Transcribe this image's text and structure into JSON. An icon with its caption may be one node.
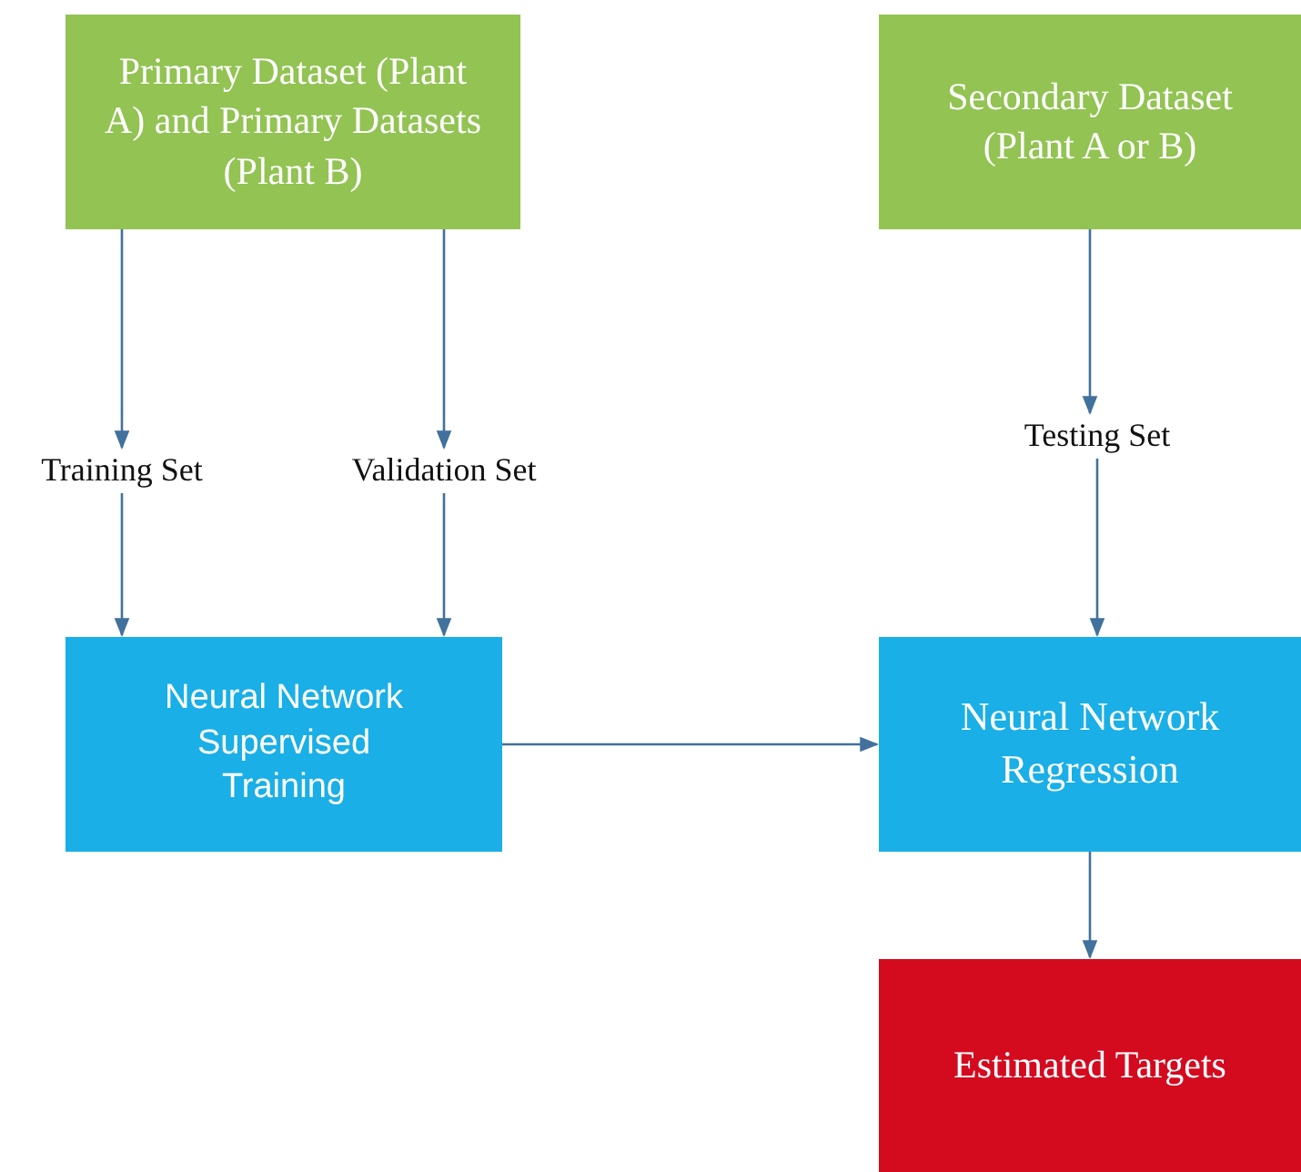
{
  "diagram": {
    "nodes": [
      {
        "text": [
          "Primary Dataset (Plant A) and Primary Datasets (Plant B)"
        ]
      },
      {
        "text": [
          "Secondary Dataset (Plant A or B)"
        ]
      },
      {
        "text": [
          "Training Set"
        ]
      },
      {
        "text": [
          "Validation Set"
        ]
      },
      {
        "text": [
          "Testing Set"
        ]
      },
      {
        "text": [
          "Neural Network Supervised Training"
        ]
      },
      {
        "text": [
          "Neural Network Regression"
        ]
      },
      {
        "text": [
          "Estimated Targets"
        ]
      }
    ],
    "edges": [
      {
        "from": 0,
        "to": 2,
        "arrow": "to"
      },
      {
        "from": 0,
        "to": 3,
        "arrow": "to"
      },
      {
        "from": 1,
        "to": 4,
        "arrow": "to"
      },
      {
        "from": 2,
        "to": 5,
        "arrow": "to"
      },
      {
        "from": 3,
        "to": 5,
        "arrow": "to"
      },
      {
        "from": 4,
        "to": 6,
        "arrow": "to"
      },
      {
        "from": 5,
        "to": 6,
        "arrow": "to"
      },
      {
        "from": 6,
        "to": 7,
        "arrow": "to"
      }
    ]
  }
}
